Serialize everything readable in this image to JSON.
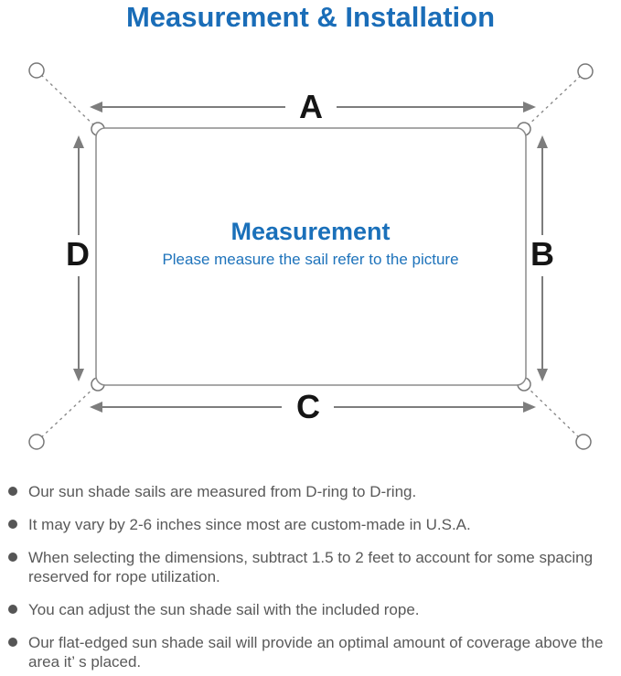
{
  "title": "Measurement & Installation",
  "colors": {
    "accent_blue": "#1a6db8",
    "diagram_line_gray": "#8a8a8a",
    "label_black": "#151515",
    "body_text_gray": "#595959"
  },
  "diagram": {
    "labels": {
      "top": "A",
      "right": "B",
      "bottom": "C",
      "left": "D"
    },
    "center_title": "Measurement",
    "center_subtitle": "Please measure the sail refer to the picture"
  },
  "bullets": [
    "Our sun shade sails are measured from D-ring to D-ring.",
    "It may vary by 2-6 inches since most are custom-made in U.S.A.",
    "When selecting the dimensions, subtract 1.5 to 2 feet to account for some spacing reserved for rope utilization.",
    "You can adjust the sun shade sail with the included rope.",
    "Our flat-edged sun shade sail will provide an optimal amount of coverage above the area it’ s placed."
  ]
}
